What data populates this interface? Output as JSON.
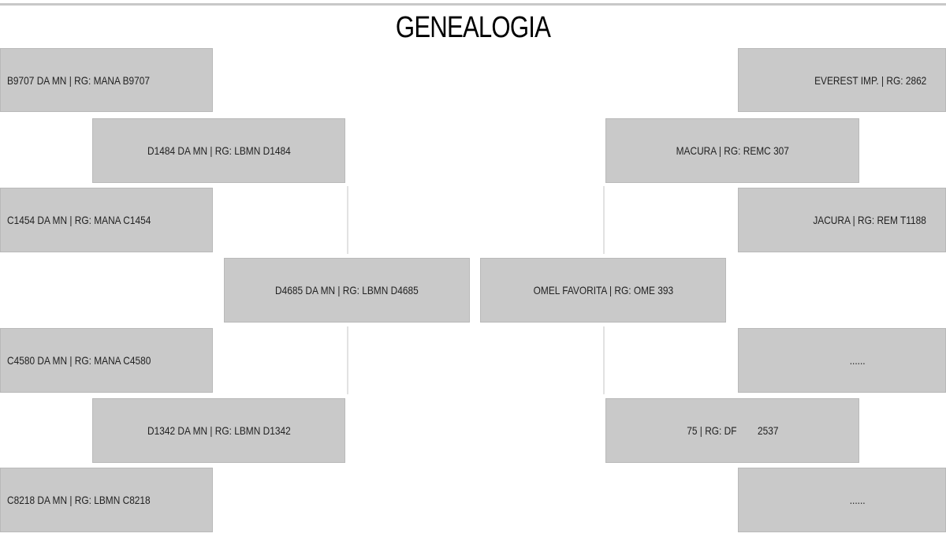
{
  "title": "GENEALOGIA",
  "sire_side": {
    "gen3": [
      "B9707 DA MN | RG: MANA B9707",
      "C1454 DA MN | RG: MANA C1454",
      "C4580 DA MN | RG: MANA C4580",
      "C8218 DA MN | RG: LBMN C8218"
    ],
    "gen2": [
      "D1484 DA MN | RG: LBMN D1484",
      "D1342 DA MN | RG: LBMN D1342"
    ],
    "gen1": "D4685 DA MN | RG: LBMN D4685"
  },
  "dam_side": {
    "gen1": "OMEL FAVORITA | RG: OME 393",
    "gen2": [
      "MACURA | RG: REMC 307",
      "75 | RG: DF        2537"
    ],
    "gen3": [
      "EVEREST IMP. | RG: 2862",
      "JACURA | RG: REM T1188",
      "......",
      "......"
    ]
  },
  "colors": {
    "box_fill": "#c9c9c9",
    "connector": "#e2e2e2",
    "rule": "#c8c8c8"
  }
}
